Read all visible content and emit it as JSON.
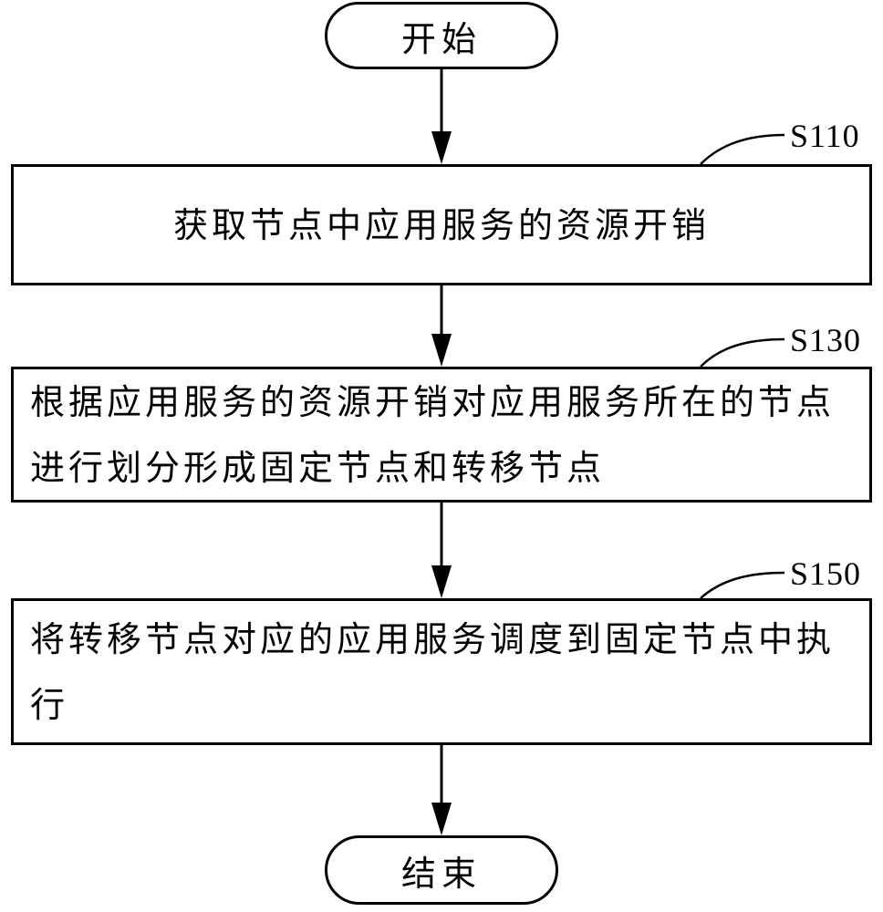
{
  "start": {
    "label": "开始"
  },
  "steps": [
    {
      "id": "S110",
      "text": "获取节点中应用服务的资源开销"
    },
    {
      "id": "S130",
      "text": "根据应用服务的资源开销对应用服务所在的节点进行划分形成固定节点和转移节点"
    },
    {
      "id": "S150",
      "text": "将转移节点对应的应用服务调度到固定节点中执行"
    }
  ],
  "end": {
    "label": "结束"
  }
}
